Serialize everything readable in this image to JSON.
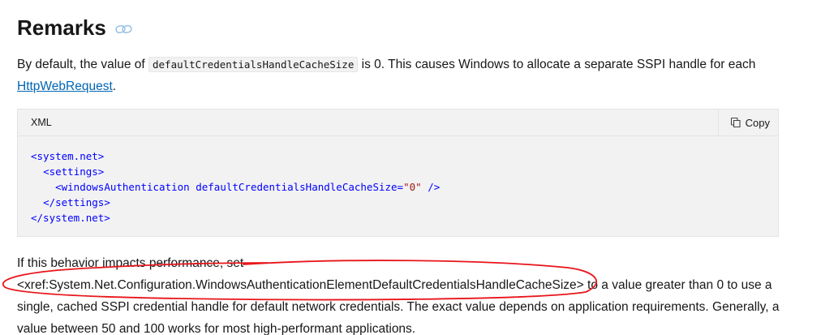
{
  "section": {
    "title": "Remarks"
  },
  "paragraph1": {
    "before_code": "By default, the value of ",
    "inline_code": "defaultCredentialsHandleCacheSize",
    "after_code": " is 0. This causes Windows to allocate a separate SSPI handle for each ",
    "link_text": "HttpWebRequest",
    "after_link": "."
  },
  "code_block": {
    "language": "XML",
    "copy_label": "Copy",
    "lines": {
      "l1": "<system.net>",
      "l2_indent": "  ",
      "l2": "<settings>",
      "l3_indent": "    ",
      "l3_tag": "<windowsAuthentication",
      "l3_attr": " defaultCredentialsHandleCacheSize=",
      "l3_value": "\"0\"",
      "l3_close": " />",
      "l4_indent": "  ",
      "l4": "</settings>",
      "l5": "</system.net>"
    }
  },
  "paragraph2": {
    "line1": "If this behavior impacts performance, set",
    "xref": "<xref:System.Net.Configuration.WindowsAuthenticationElementDefaultCredentialsHandleCacheSize>",
    "rest": " to a value greater than 0 to use a single, cached SSPI credential handle for default network credentials. The exact value depends on application requirements. Generally, a value between 50 and 100 works for most high-performant applications."
  },
  "colors": {
    "link": "#0065b3",
    "annotation": "#e8151a",
    "code_tag": "#0000ff",
    "code_value": "#a31515"
  },
  "icons": {
    "heading_anchor": "link-icon",
    "copy": "copy-icon"
  }
}
